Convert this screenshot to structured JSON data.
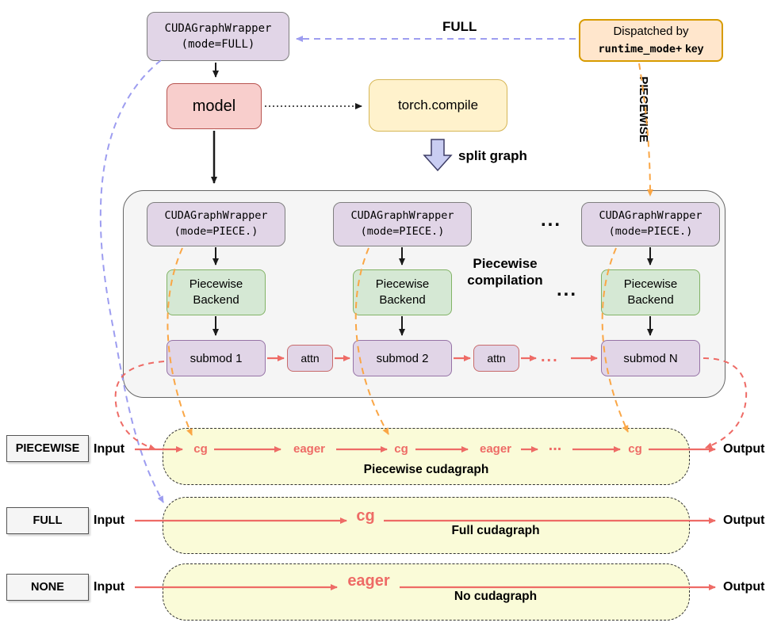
{
  "colors": {
    "purple_box_fill": "#e1d5e7",
    "purple_box_border": "#9673a6",
    "wrapper_border": "#7f7f7f",
    "red_box_fill": "#f8cecc",
    "red_box_border": "#b85450",
    "yellow_box_fill": "#fff2cc",
    "yellow_box_border": "#d6b656",
    "orange_box_fill": "#ffe6cc",
    "orange_box_border": "#d79b00",
    "green_box_fill": "#d5e8d4",
    "green_box_border": "#82b366",
    "container_fill": "#f5f5f5",
    "row_fill": "#fafbd8",
    "arrow_red": "#ee6b66",
    "arrow_orange": "#faa645",
    "arrow_purple": "#9d9df0",
    "arrow_black": "#1a1a1a"
  },
  "top": {
    "wrapper_full": {
      "line1": "CUDAGraphWrapper",
      "line2": "(mode=FULL)"
    },
    "full_arrow_label": "FULL",
    "piecewise_arrow_label": "PIECEWISE",
    "dispatched": {
      "line1": "Dispatched by",
      "mono": "runtime_mode",
      "rest": "+ key"
    },
    "model": "model",
    "torch_compile": "torch.compile",
    "split_graph": "split graph"
  },
  "pipeline": {
    "title": "Piecewise compilation",
    "wrappers": [
      {
        "line1": "CUDAGraphWrapper",
        "line2": "(mode=PIECE.)"
      },
      {
        "line1": "CUDAGraphWrapper",
        "line2": "(mode=PIECE.)"
      },
      {
        "line1": "CUDAGraphWrapper",
        "line2": "(mode=PIECE.)"
      }
    ],
    "wrapper_ellipsis": "...",
    "backends": [
      "Piecewise Backend",
      "Piecewise Backend",
      "Piecewise Backend"
    ],
    "backend_ellipsis": "...",
    "submods": [
      "submod 1",
      "submod 2",
      "submod N"
    ],
    "attn1": "attn",
    "attn2": "attn",
    "submod_ellipsis": "..."
  },
  "rows": [
    {
      "mode": "PIECEWISE",
      "input": "Input",
      "output": "Output",
      "stages": [
        "cg",
        "eager",
        "cg",
        "eager",
        "...",
        "cg"
      ],
      "caption": "Piecewise cudagraph"
    },
    {
      "mode": "FULL",
      "input": "Input",
      "output": "Output",
      "stage": "cg",
      "caption": "Full cudagraph"
    },
    {
      "mode": "NONE",
      "input": "Input",
      "output": "Output",
      "stage": "eager",
      "caption": "No cudagraph"
    }
  ]
}
